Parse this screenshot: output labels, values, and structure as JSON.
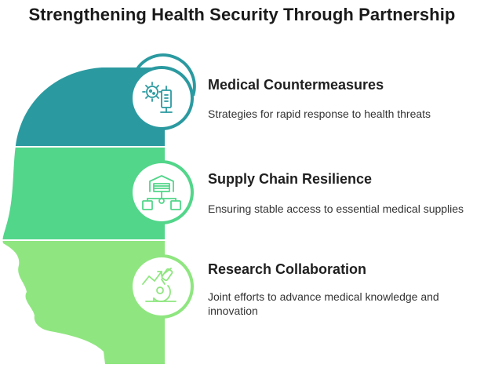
{
  "title": "Strengthening Health Security Through Partnership",
  "colors": {
    "band_top": "#2b9aa0",
    "band_middle": "#52d68a",
    "band_bottom": "#8fe680",
    "circle_fill": "#ffffff"
  },
  "items": [
    {
      "title": "Medical Countermeasures",
      "description": "Strategies for rapid response to health threats",
      "icon": "virus-syringe-icon"
    },
    {
      "title": "Supply Chain Resilience",
      "description": "Ensuring stable access to essential medical supplies",
      "icon": "warehouse-network-icon"
    },
    {
      "title": "Research Collaboration",
      "description": "Joint efforts to advance medical knowledge and innovation",
      "icon": "microscope-growth-icon"
    }
  ]
}
